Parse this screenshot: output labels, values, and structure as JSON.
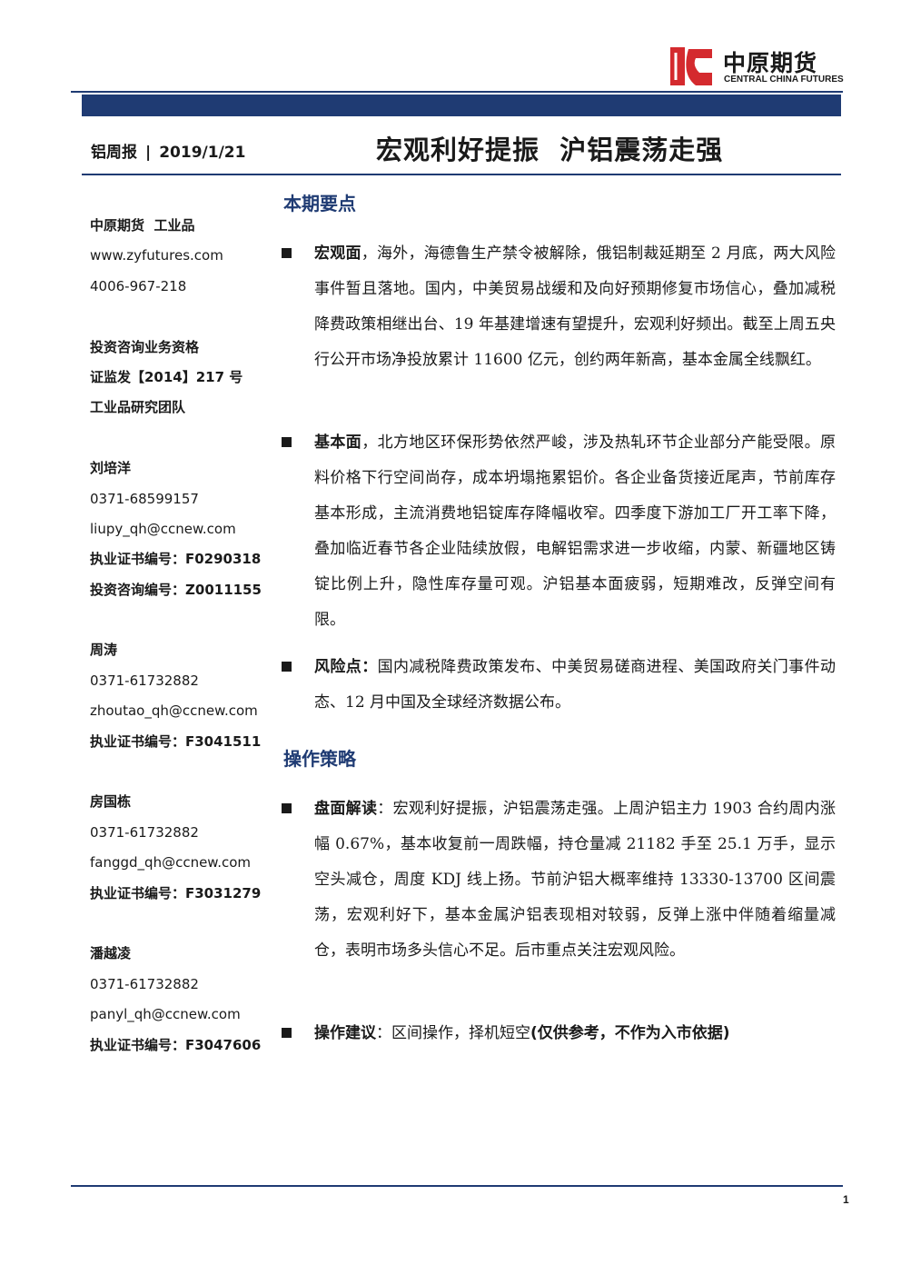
{
  "brand": {
    "name_cn": "中原期货",
    "name_en": "CENTRAL CHINA FUTURES",
    "logo_icon": "ccf-logo-icon",
    "colors": {
      "red": "#d42a2e",
      "navy": "#1f3b73"
    }
  },
  "header": {
    "doc_type": "铝周报",
    "separator": "|",
    "date": "2019/1/21",
    "title": "宏观利好提振  沪铝震荡走强"
  },
  "sidebar": {
    "company": "中原期货  工业品",
    "website": "www.zyfutures.com",
    "phone": "4006-967-218",
    "qualification": {
      "title": "投资咨询业务资格",
      "license": "证监发【2014】217 号",
      "team": "工业品研究团队"
    },
    "analysts": [
      {
        "name": "刘培洋",
        "phone": "0371-68599157",
        "email": "liupy_qh@ccnew.com",
        "cert": "执业证书编号：F0290318",
        "consult": "投资咨询编号：Z0011155"
      },
      {
        "name": "周涛",
        "phone": "0371-61732882",
        "email": "zhoutao_qh@ccnew.com",
        "cert": "执业证书编号：F3041511"
      },
      {
        "name": "房国栋",
        "phone": "0371-61732882",
        "email": "fanggd_qh@ccnew.com",
        "cert": "执业证书编号：F3031279"
      },
      {
        "name": "潘越凌",
        "phone": "0371-61732882",
        "email": "panyl_qh@ccnew.com",
        "cert": "执业证书编号：F3047606"
      }
    ]
  },
  "sections": {
    "highlights": {
      "title": "本期要点",
      "bullets": [
        {
          "label": "宏观面",
          "text": "，海外，海德鲁生产禁令被解除，俄铝制裁延期至 2 月底，两大风险事件暂且落地。国内，中美贸易战缓和及向好预期修复市场信心，叠加减税降费政策相继出台、19 年基建增速有望提升，宏观利好频出。截至上周五央行公开市场净投放累计 11600 亿元，创约两年新高，基本金属全线飘红。"
        },
        {
          "label": "基本面",
          "text": "，北方地区环保形势依然严峻，涉及热轧环节企业部分产能受限。原料价格下行空间尚存，成本坍塌拖累铝价。各企业备货接近尾声，节前库存基本形成，主流消费地铝锭库存降幅收窄。四季度下游加工厂开工率下降，叠加临近春节各企业陆续放假，电解铝需求进一步收缩，内蒙、新疆地区铸锭比例上升，隐性库存量可观。沪铝基本面疲弱，短期难改，反弹空间有限。"
        },
        {
          "label": "风险点：",
          "text": "国内减税降费政策发布、中美贸易磋商进程、美国政府关门事件动态、12 月中国及全球经济数据公布。"
        }
      ]
    },
    "strategy": {
      "title": "操作策略",
      "bullets": [
        {
          "label": "盘面解读",
          "text": "：宏观利好提振，沪铝震荡走强。上周沪铝主力 1903 合约周内涨幅 0.67%，基本收复前一周跌幅，持仓量减 21182 手至 25.1 万手，显示空头减仓，周度 KDJ 线上扬。节前沪铝大概率维持 13330-13700 区间震荡，宏观利好下，基本金属沪铝表现相对较弱，反弹上涨中伴随着缩量减仓，表明市场多头信心不足。后市重点关注宏观风险。"
        },
        {
          "label": "操作建议",
          "text": "：区间操作，择机短空",
          "note": "(仅供参考，不作为入市依据)"
        }
      ]
    }
  },
  "footer": {
    "page": "1"
  }
}
